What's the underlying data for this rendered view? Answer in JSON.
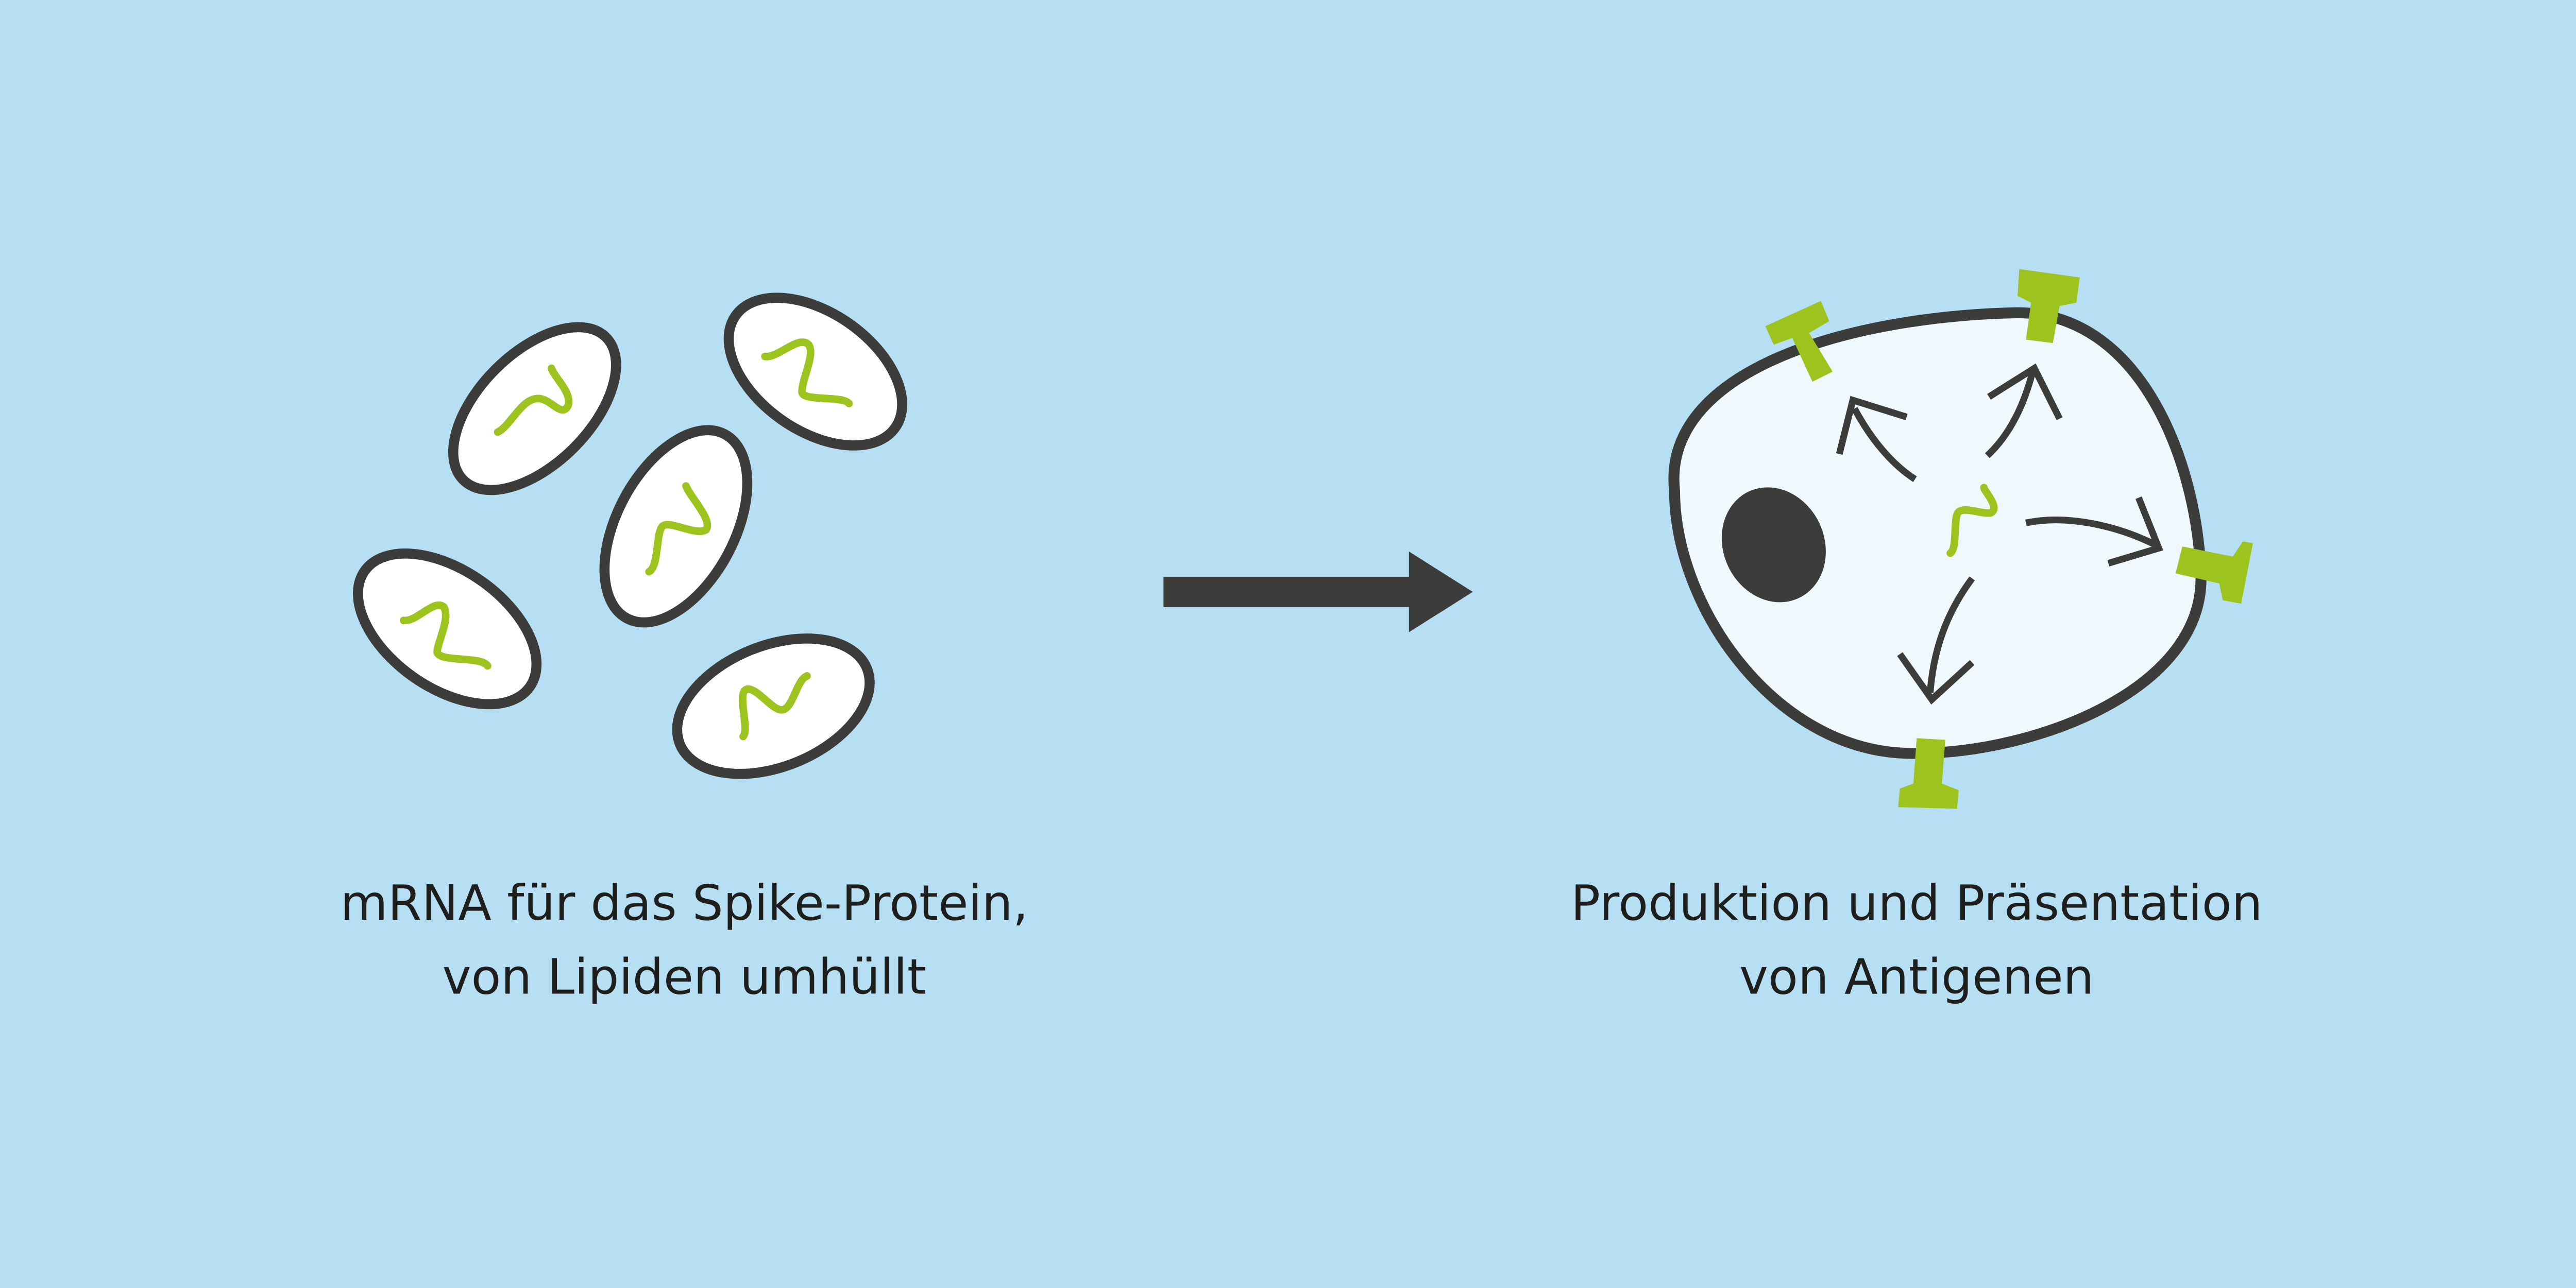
{
  "left_caption": {
    "line1": "mRNA für das Spike-Protein,",
    "line2": "von Lipiden umhüllt"
  },
  "right_caption": {
    "line1": "Produktion und Präsentation",
    "line2": "von Antigenen"
  },
  "colors": {
    "background": "#b7dff4",
    "outline": "#3c3c3a",
    "rna": "#9dc41e",
    "cell_fill": "#eff8fd",
    "particle_fill": "#ffffff"
  }
}
